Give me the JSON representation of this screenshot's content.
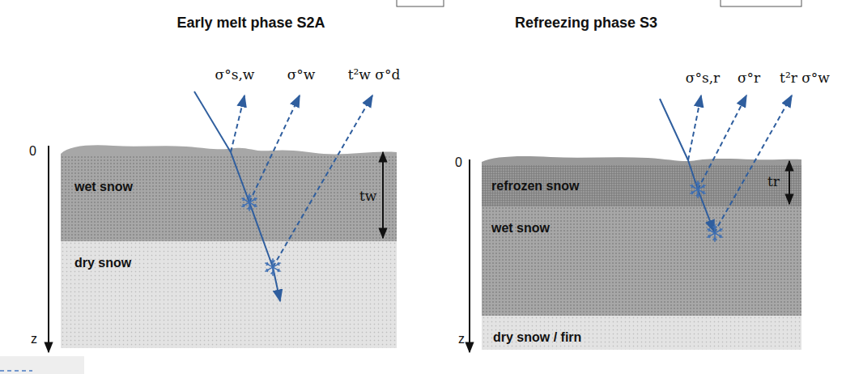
{
  "diagram": {
    "nodes": [
      {
        "text": [
          "wet snow"
        ]
      },
      {
        "text": [
          "dry snow"
        ]
      },
      {
        "text": [
          "refrozen snow"
        ]
      },
      {
        "text": [
          "wet snow"
        ]
      },
      {
        "text": [
          "dry snow / firn"
        ]
      }
    ],
    "labels": [
      "Early melt phase S2A",
      "σ°s,w",
      "σ°w",
      "t²w σ°d",
      "0",
      "tw",
      "z",
      "Refreezing phase S3",
      "σ°s,r",
      "σ°r",
      "t²r σ°w",
      "0",
      "tr",
      "z"
    ]
  }
}
